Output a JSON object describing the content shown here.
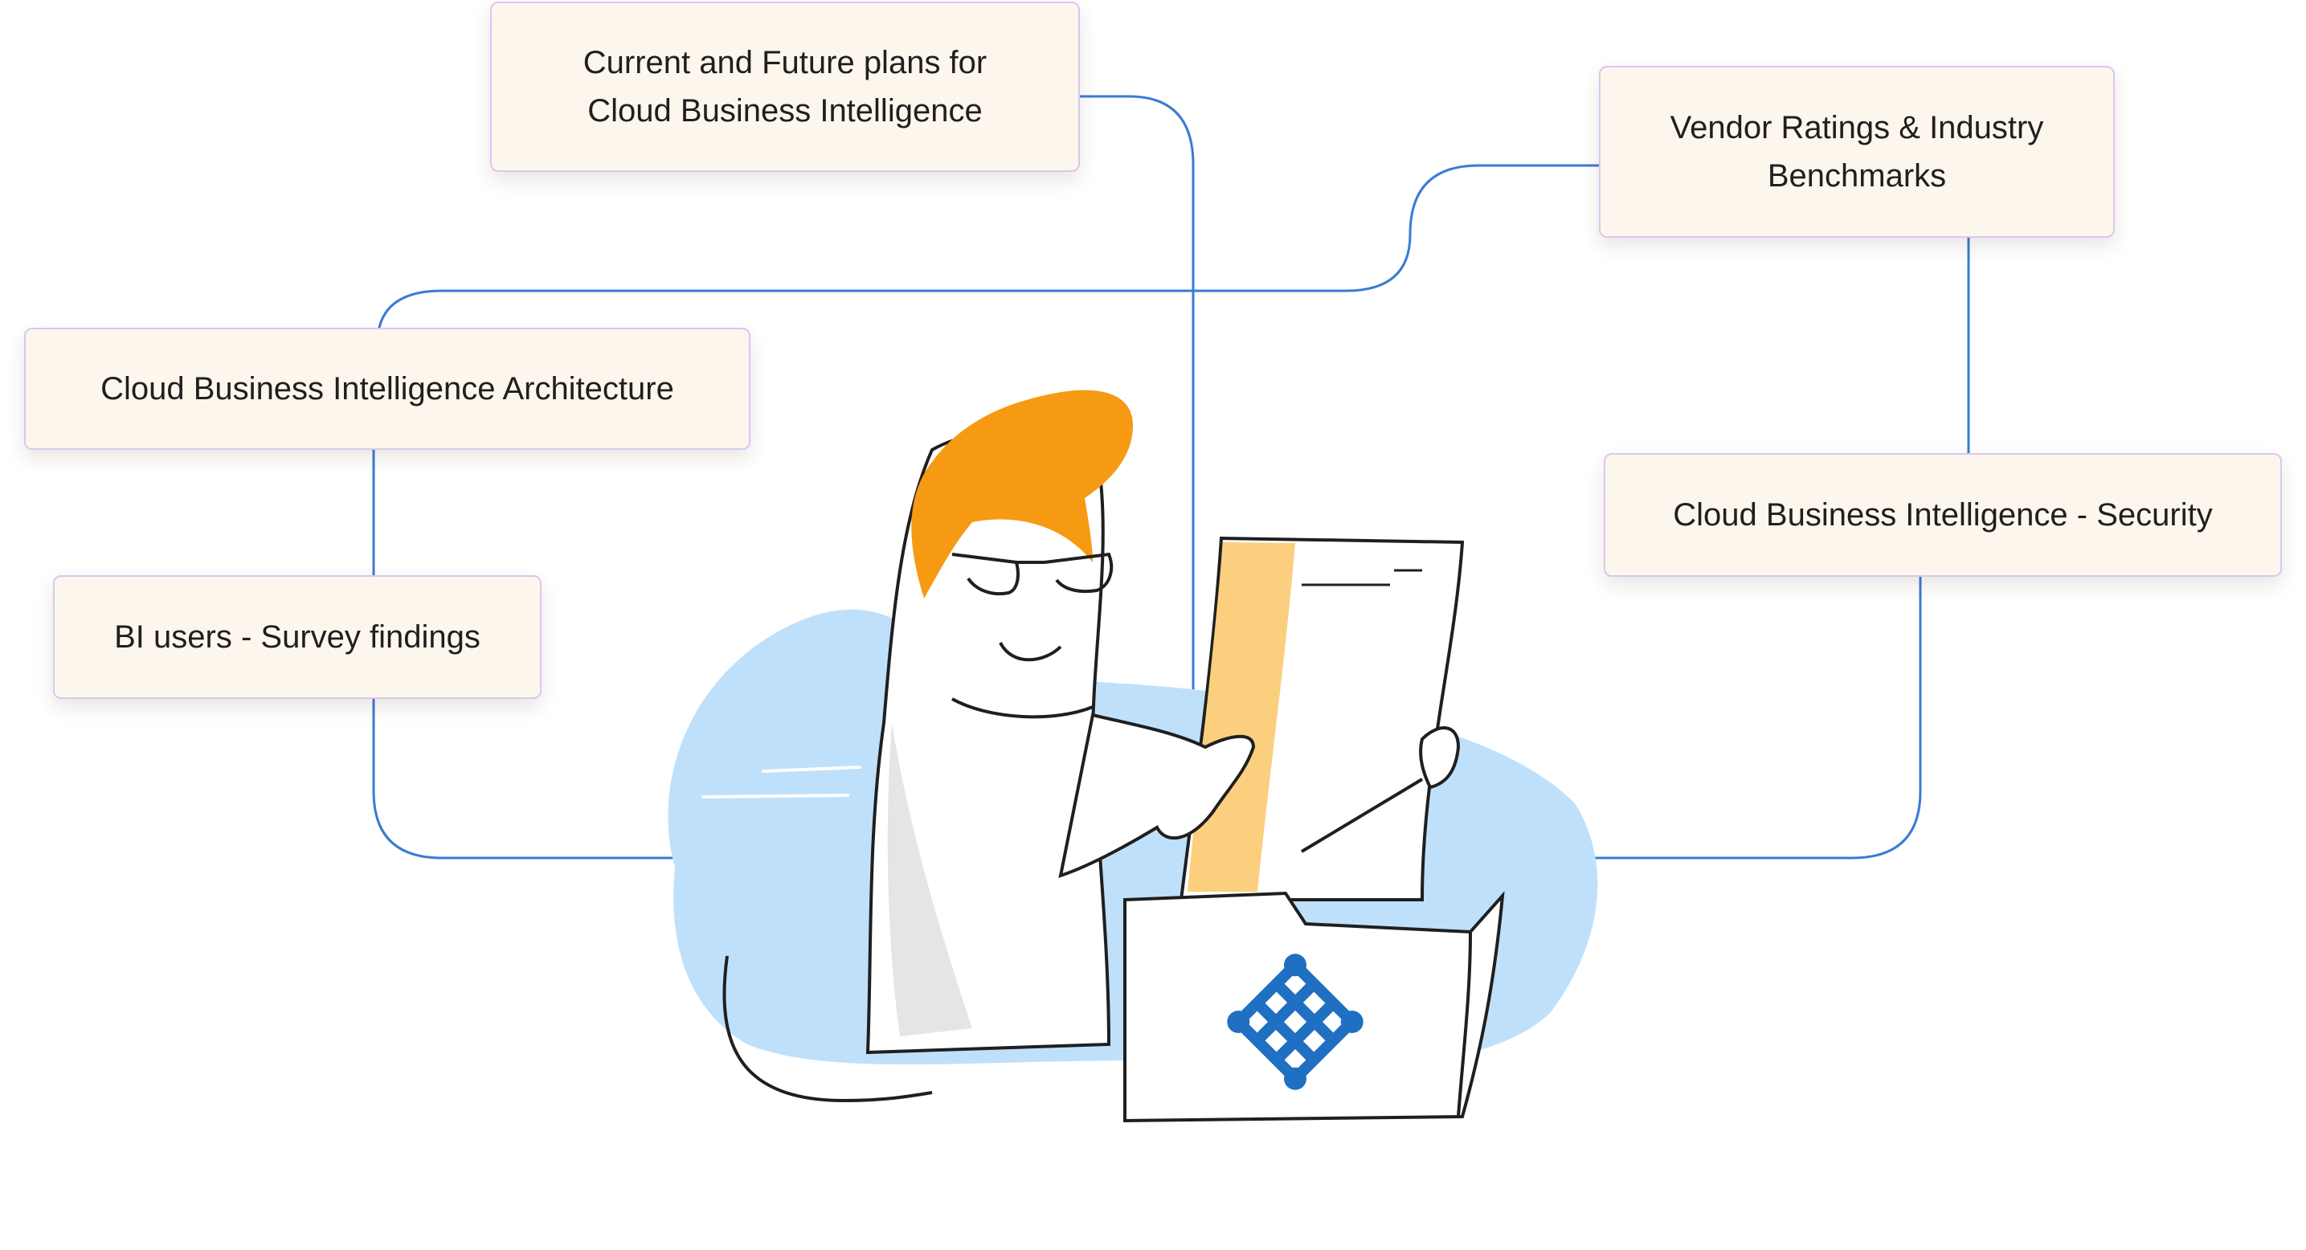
{
  "nodes": [
    {
      "id": "plans",
      "lines": [
        "Current and Future plans for",
        "Cloud Business Intelligence"
      ]
    },
    {
      "id": "vendor",
      "lines": [
        "Vendor Ratings & Industry",
        "Benchmarks"
      ]
    },
    {
      "id": "architecture",
      "lines": [
        "Cloud Business Intelligence Architecture"
      ]
    },
    {
      "id": "survey",
      "lines": [
        "BI users - Survey findings"
      ]
    },
    {
      "id": "security",
      "lines": [
        "Cloud Business Intelligence - Security"
      ]
    }
  ],
  "colors": {
    "connector": "#3a7bd5",
    "card_background": "#fdf6ec",
    "card_border": "#d9c7f0",
    "blob": "#bfe0fb",
    "hair": "#f59a12",
    "highlight": "#fccf7e",
    "logo": "#1f6fc2"
  },
  "icons": {
    "illustration": "person-reading-document-icon",
    "logo": "endless-knot-icon"
  }
}
